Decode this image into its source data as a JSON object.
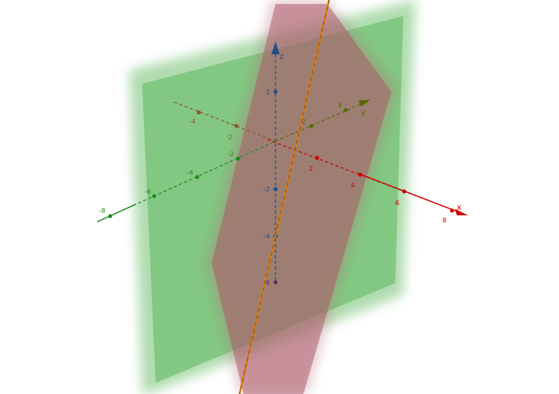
{
  "axes": {
    "x": {
      "name": "x",
      "color": "#cc0000",
      "ticks": [
        "2",
        "4",
        "6",
        "8"
      ]
    },
    "y": {
      "name": "y",
      "color": "#556b00",
      "neg_color": "#8a5a2a",
      "ticks_pos": [
        "2",
        "4"
      ],
      "ticks_neg": [
        "-2",
        "-4"
      ]
    },
    "yneg_green": {
      "color": "#1f8a1f",
      "ticks": [
        "-2",
        "-4",
        "-6",
        "-8"
      ]
    },
    "z": {
      "name": "z",
      "color": "#1f4e8a",
      "ticks_pos": [
        "2"
      ],
      "ticks_neg": [
        "-2",
        "-4",
        "-6"
      ]
    }
  },
  "colors": {
    "green_plane": "#4caf50",
    "pink_plane": "#b05a6e",
    "intersection_line": "#e07b00"
  }
}
